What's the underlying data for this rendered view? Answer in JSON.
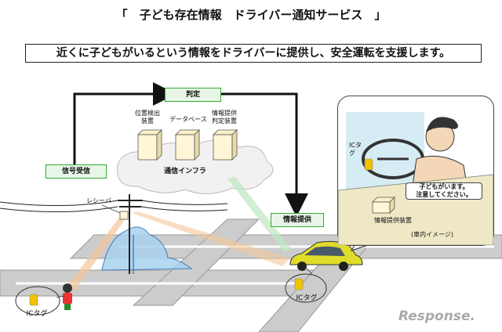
{
  "title": "「　子ども存在情報　ドライバー通知サービス　」",
  "subtitle": "近くに子どもがいるという情報をドライバーに提供し、安全運転を支援します。",
  "flow": {
    "judgment": "判定",
    "signal_received": "信号受信",
    "info_provided": "情報提供"
  },
  "infrastructure": {
    "label": "通信インフラ",
    "boxes": [
      "位置検出\n装置",
      "データベース",
      "情報提供\n判定装置"
    ]
  },
  "receiver_label": "レシーバ",
  "ic_tag_child": "ICタグ",
  "ic_tag_car": "ICタグ",
  "callout": {
    "ic_tag": "ICタ\nグ",
    "message": "子どもがいます。\n注意してください。",
    "device": "情報提供装置",
    "caption": "(車内イメージ)"
  },
  "watermark": "Response."
}
